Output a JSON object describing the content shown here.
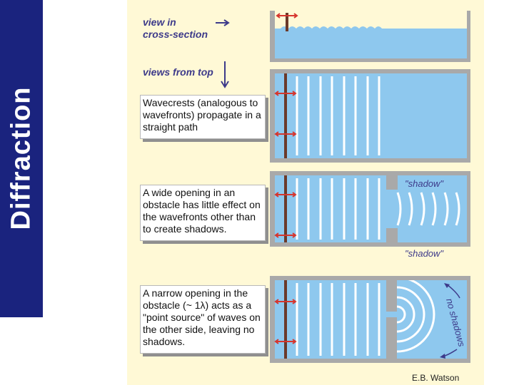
{
  "slide": {
    "title": "Diffraction",
    "credit": "E.B. Watson"
  },
  "headers": {
    "cross_section": "view in\ncross-section",
    "top_view": "views from top"
  },
  "captions": {
    "straight": "Wavecrests (analogous to wavefronts) propagate in a straight path",
    "wide": "A wide opening in an obstacle has little effect on the wavefronts other than to create shadows.",
    "narrow": "A narrow opening in the obstacle (~ 1λ) acts as a \"point source\" of waves on the other side, leaving no shadows."
  },
  "labels": {
    "shadow_top": "\"shadow\"",
    "shadow_bottom": "\"shadow\"",
    "no_shadows": "no shadows"
  },
  "colors": {
    "sidebar": "#1a237e",
    "background": "#fff9d6",
    "water": "#8ec8ee",
    "frame": "#a9a9a9",
    "wavecrest": "#ffffff",
    "paddle": "#6b3a2a",
    "arrow": "#d6362e",
    "header_text": "#3d3a8a"
  }
}
